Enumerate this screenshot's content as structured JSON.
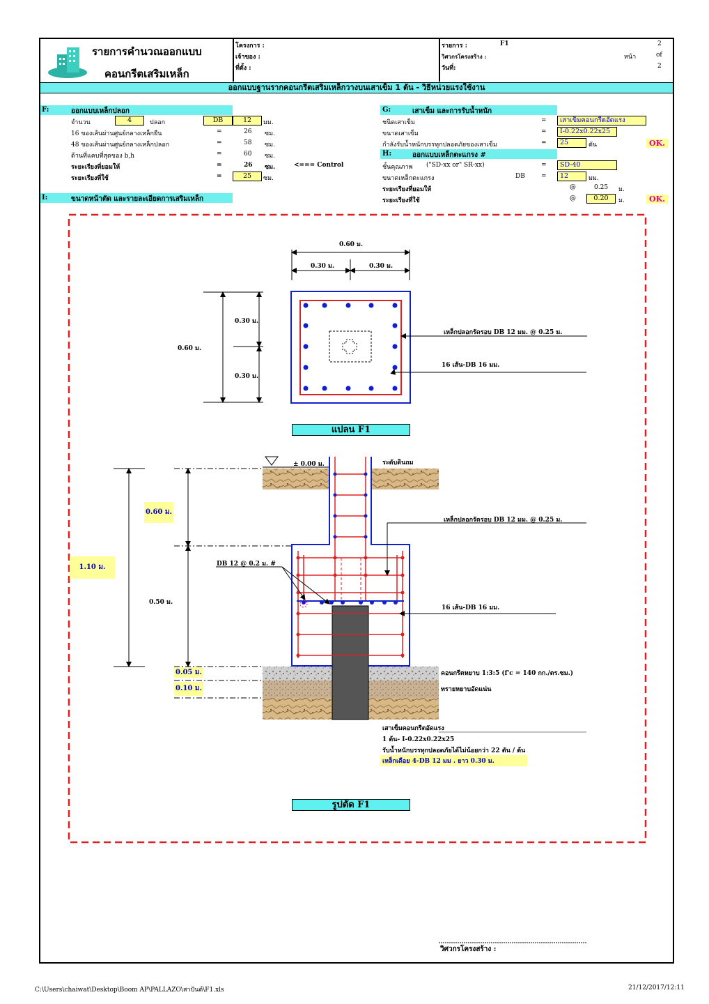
{
  "header": {
    "company_title_1": "รายการคำนวณออกแบบ",
    "company_title_2": "คอนกรีตเสริมเหล็ก",
    "project_label": "โครงการ :",
    "owner_label": "เจ้าของ :",
    "location_label": "ที่ตั้ง :",
    "item_label": "รายการ :",
    "item_value": "F1",
    "engineer_label": "วิศวกรโครงสร้าง :",
    "date_label": "วันที่:",
    "page_label": "หน้า",
    "page_num": "2",
    "of_label": "of",
    "page_total": "2"
  },
  "banner": "ออกแบบฐานรากคอนกรีตเสริมเหล็กวางบนเสาเข็ม 1 ต้น - วิธีหน่วยแรงใช้งาน",
  "sectionF": {
    "code": "F:",
    "title": "ออกแบบเหล็กปลอก",
    "rows": [
      {
        "label": "จำนวน",
        "value": "4",
        "unit_text": "ปลอก",
        "db": "DB",
        "size": "12",
        "unit": "มม."
      },
      {
        "label": "16 ของเส้นผ่านศูนย์กลางเหล็กยืน",
        "eq": "=",
        "value": "26",
        "unit": "ซม."
      },
      {
        "label": "48 ของเส้นผ่านศูนย์กลางเหล็กปลอก",
        "eq": "=",
        "value": "58",
        "unit": "ซม."
      },
      {
        "label": "ด้านที่แคบที่สุดของ b,h",
        "eq": "=",
        "value": "60",
        "unit": "ซม."
      },
      {
        "label": "ระยะเรียงที่ยอมให้",
        "eq": "=",
        "value": "26",
        "unit": "ซม.",
        "note": "<=== Control"
      },
      {
        "label": "ระยะเรียงที่ใช้",
        "eq": "=",
        "value": "25",
        "unit": "ซม."
      }
    ]
  },
  "sectionG": {
    "code": "G:",
    "title": "เสาเข็ม และการรับน้ำหนัก",
    "rows": [
      {
        "label": "ชนิดเสาเข็ม",
        "eq": "=",
        "value": "เสาเข็มคอนกรีตอัดแรง"
      },
      {
        "label": "ขนาดเสาเข็ม",
        "eq": "=",
        "value": "I-0.22x0.22x25"
      },
      {
        "label": "กำลังรับน้ำหนักบรรทุกปลอดภัยของเสาเข็ม",
        "eq": "=",
        "value": "25",
        "unit": "ตัน",
        "status": "OK."
      }
    ]
  },
  "sectionH": {
    "code": "H:",
    "title": "ออกแบบเหล็กตะแกรง #",
    "rows": [
      {
        "label": "ชั้นคุณภาพ",
        "hint": "(\"SD-xx or\" SR-xx)",
        "eq": "=",
        "value": "SD-40"
      },
      {
        "label": "ขนาดเหล็กตะแกรง",
        "db": "DB",
        "eq": "=",
        "value": "12",
        "unit": "มม."
      },
      {
        "label": "ระยะเรียงที่ยอมให้",
        "at": "@",
        "value": "0.25",
        "unit": "ม."
      },
      {
        "label": "ระยะเรียงที่ใช้",
        "at": "@",
        "value": "0.20",
        "unit": "ม.",
        "status": "OK."
      }
    ]
  },
  "sectionI": {
    "code": "I:",
    "title": "ขนาดหน้าตัด และรายละเอียดการเสริมเหล็ก"
  },
  "plan": {
    "dim_total_w": "0.60 ม.",
    "dim_half_l": "0.30 ม.",
    "dim_half_r": "0.30 ม.",
    "dim_total_h": "0.60 ม.",
    "dim_half_top": "0.30 ม.",
    "dim_half_bot": "0.30 ม.",
    "tie_label": "เหล็กปลอกรัดรอบ DB 12  มม. @ 0.25 ม.",
    "main_bar_label": "16 เส้น-DB 16 มม.",
    "title": "แปลน F1"
  },
  "section": {
    "level_label": "± 0.00 ม.",
    "ground_label": "ระดับดินถม",
    "dim_col": "0.60 ม.",
    "dim_total": "1.10 ม.",
    "dim_footing": "0.50 ม.",
    "mesh_label": "DB 12  @ 0.2 ม.  #",
    "tie_label": "เหล็กปลอกรัดรอบ DB 12  มม. @ 0.25 ม.",
    "main_bar_label": "16 เส้น-DB 16 มม.",
    "dim_lean": "0.05 ม.",
    "dim_sand": "0.10 ม.",
    "lean_label": "คอนกรีตหยาบ 1:3:5 (f'c = 140 กก./ตร.ซม.)",
    "sand_label": "ทรายหยาบอัดแน่น",
    "pile_1": "เสาเข็มคอนกรีตอัดแรง",
    "pile_2": "1 ต้น- I-0.22x0.22x25",
    "pile_3": "รับน้ำหนักบรรทุกปลอดภัยได้ไม่น้อยกว่า 22 ตัน / ต้น",
    "pile_4": "เหล็กเดือย 4-DB 12 มม . ยาว 0.30 ม.",
    "title": "รูปตัด F1"
  },
  "footer": {
    "engineer_sign": "วิศวกรโครงสร้าง :",
    "path": "C:\\Users\\chaiwat\\Desktop\\Boom AP\\PALLAZO\\สาปันต์\\F1.xls",
    "datetime": "21/12/2017/12:11"
  },
  "colors": {
    "cyan": "#6ff0ee",
    "yellow": "#ffff99",
    "blue": "#0000cc",
    "red": "#e02020",
    "ok": "#e6007e"
  }
}
